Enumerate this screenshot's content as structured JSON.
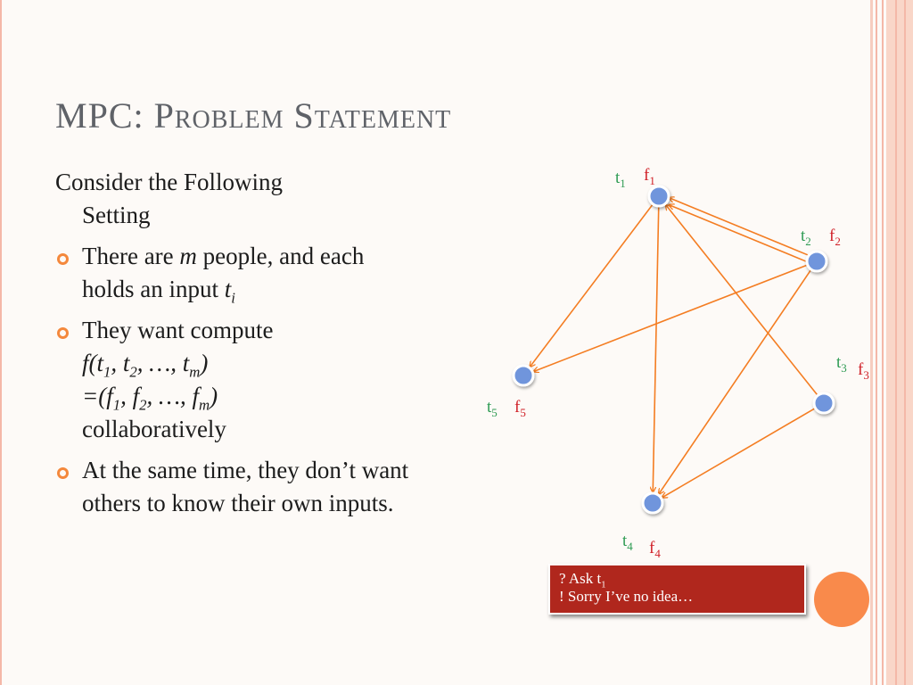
{
  "slide": {
    "title_first": "MPC: ",
    "title_rest": "Problem Statement",
    "intro_line1": "Consider the Following",
    "intro_line2": "Setting",
    "bullet1": {
      "text_a": "There are ",
      "var_m": "m",
      "text_b": " people, and each holds an input ",
      "var_t": "t",
      "sub_i": "i"
    },
    "bullet2": {
      "line1": "They want compute",
      "f_open": "f(t",
      "sub_1": "1",
      "sep1": ", t",
      "sub_2": "2",
      "sep2": ", …, t",
      "sub_m": "m",
      "close": ")",
      "eq_open": "=(f",
      "f_sep1": ", f",
      "f_sep2": ", …, f",
      "eq_close": ")",
      "last_line": "collaboratively"
    },
    "bullet3": "At the same time, they don’t want others to know their own inputs."
  },
  "diagram": {
    "nodes": [
      {
        "id": "1",
        "t": "t",
        "f": "f",
        "index": "1"
      },
      {
        "id": "2",
        "t": "t",
        "f": "f",
        "index": "2"
      },
      {
        "id": "3",
        "t": "t",
        "f": "f",
        "index": "3"
      },
      {
        "id": "4",
        "t": "t",
        "f": "f",
        "index": "4"
      },
      {
        "id": "5",
        "t": "t",
        "f": "f",
        "index": "5"
      }
    ],
    "edges": [
      [
        "1",
        "5"
      ],
      [
        "1",
        "4"
      ],
      [
        "2",
        "1"
      ],
      [
        "2",
        "1"
      ],
      [
        "3",
        "1"
      ],
      [
        "2",
        "5"
      ],
      [
        "2",
        "4"
      ],
      [
        "3",
        "4"
      ]
    ],
    "colors": {
      "edge": "#f47d22",
      "node": "#6f95dc",
      "t_label": "#2e9b53",
      "f_label": "#d01f26"
    }
  },
  "message": {
    "line1_text": "? Ask t",
    "line1_sub": "1",
    "line2": "! Sorry I’ve no idea…"
  },
  "colors": {
    "title": "#5f6268",
    "bullet": "#f4883c",
    "message_bg": "#b0271d",
    "orb": "#f98a4b",
    "stripes": "#f4b8a8"
  }
}
